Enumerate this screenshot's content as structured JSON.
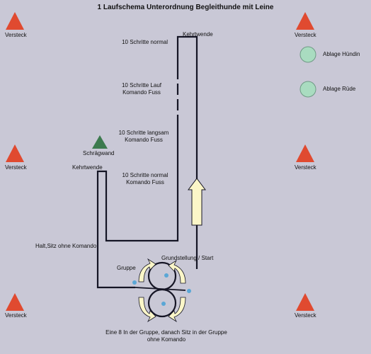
{
  "title": "1 Laufschema Unterordnung Begleithunde mit Leine",
  "marker_label": "Versteck",
  "steps": {
    "normal_top": "10 Schritte normal",
    "lauf_line1": "10 Schritte Lauf",
    "lauf_line2": "Komando Fuss",
    "langsam_line1": "10 Schritte langsam",
    "langsam_line2": "Komando Fuss",
    "normal_line1": "10 Schritte normal",
    "normal_line2": "Komando Fuss"
  },
  "labels": {
    "kehrtwende_top": "Kehrtwende",
    "kehrtwende_left": "Kehrtwende",
    "schraegwand": "Schrägwand",
    "halt_sitz": "Halt,Sitz ohne Komando",
    "gruppe": "Gruppe",
    "grundstellung": "Grundstellung / Start",
    "bottom_line1": "Eine 8 In der Gruppe, danach Sitz in der Gruppe",
    "bottom_line2": "ohne Komando"
  },
  "legend": {
    "huendin": "Ablage Hündin",
    "ruede": "Ablage Rüde"
  },
  "colors": {
    "background": "#c9c8d6",
    "marker_red": "#e04a30",
    "schraegwand_green": "#3c7a4e",
    "ablage_green": "#a9dcc0",
    "arrow_yellow": "#fbf6c8",
    "path": "#151525",
    "dog_dot": "#5aa7d6"
  }
}
